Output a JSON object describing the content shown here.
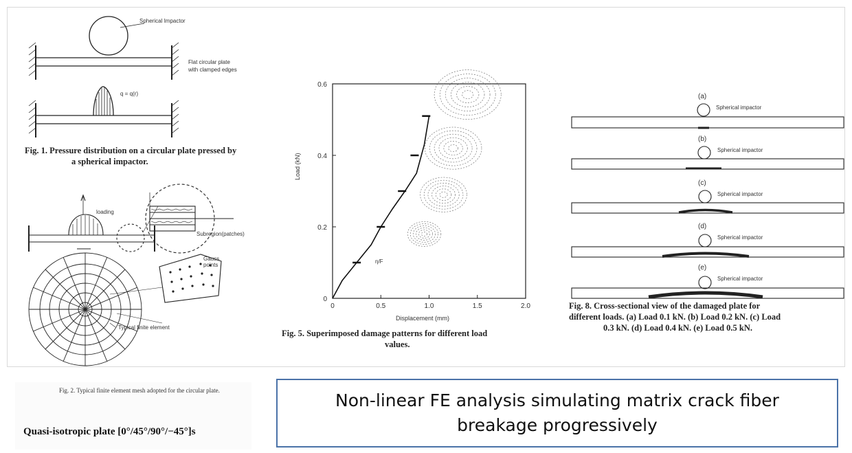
{
  "fig1": {
    "impactor_label": "Spherical Impactor",
    "plate_label_1": "Flat circular plate",
    "plate_label_2": "with clamped edges",
    "pressure_label": "q = q(r)",
    "caption_1": "Fig. 1. Pressure distribution on a circular plate pressed by",
    "caption_2": "a spherical impactor."
  },
  "fig2": {
    "loading_label": "loading",
    "detail_label": "Subregion(patches)",
    "gauss_label_1": "Gauss",
    "gauss_label_2": "points",
    "element_label": "Typical finite element",
    "caption": "Fig. 2. Typical finite element mesh adopted for the circular plate.",
    "laminate": "Quasi-isotropic plate [0°/45°/90°/−45°]s"
  },
  "fig5": {
    "ylabel": "Load (kN)",
    "xlabel": "Displacement (mm)",
    "caption_1": "Fig. 5. Superimposed damage patterns for different load",
    "caption_2": "values.",
    "annotation": "η/F"
  },
  "fig8": {
    "labels": [
      "(a)",
      "(b)",
      "(c)",
      "(d)",
      "(e)"
    ],
    "impactor_label": "Spherical impactor",
    "caption_1": "Fig. 8. Cross-sectional view of the damaged plate for",
    "caption_2": "different loads. (a) Load 0.1 kN. (b) Load 0.2 kN. (c) Load",
    "caption_3": "0.3 kN. (d) Load 0.4 kN. (e) Load 0.5 kN."
  },
  "summary": {
    "line1": "Non-linear FE analysis simulating matrix crack fiber",
    "line2": "breakage progressively"
  },
  "chart_data": {
    "type": "line",
    "xlabel": "Displacement (mm)",
    "ylabel": "Load (kN)",
    "xlim": [
      0,
      2.0
    ],
    "ylim": [
      0,
      0.6
    ],
    "xticks": [
      "0",
      "0.5",
      "1.0",
      "1.5",
      "2.0"
    ],
    "yticks": [
      "0",
      "0.2",
      "0.4",
      "0.6"
    ],
    "series": [
      {
        "x": [
          0,
          0.1,
          0.25,
          0.4,
          0.5,
          0.62,
          0.75,
          0.87,
          0.95,
          1.0
        ],
        "y": [
          0,
          0.05,
          0.1,
          0.15,
          0.2,
          0.25,
          0.3,
          0.35,
          0.43,
          0.51
        ]
      }
    ],
    "load_markers": [
      {
        "x": 0.25,
        "y": 0.1
      },
      {
        "x": 0.5,
        "y": 0.2
      },
      {
        "x": 0.72,
        "y": 0.3
      },
      {
        "x": 0.85,
        "y": 0.4
      },
      {
        "x": 0.97,
        "y": 0.51
      }
    ],
    "damage_patterns": [
      {
        "x": 0.95,
        "y": 0.18,
        "size": 0.5
      },
      {
        "x": 1.15,
        "y": 0.29,
        "size": 0.7
      },
      {
        "x": 1.25,
        "y": 0.42,
        "size": 0.85
      },
      {
        "x": 1.4,
        "y": 0.57,
        "size": 1.0
      }
    ]
  }
}
